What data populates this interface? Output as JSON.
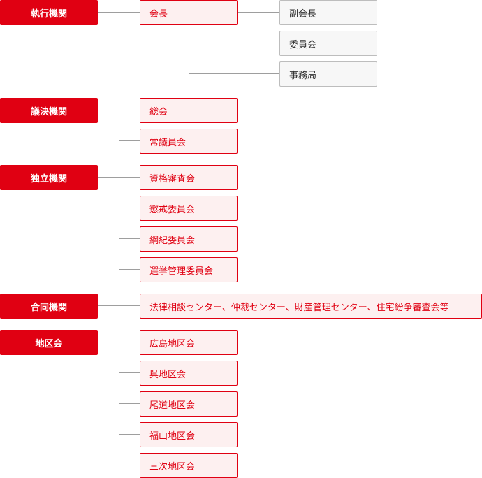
{
  "colors": {
    "accent": "#e00012",
    "node_bg": "#fdf0f0",
    "sub_bg": "#f7f7f7",
    "line": "#9e9e9e"
  },
  "groups": [
    {
      "label": "執行機関",
      "items": [
        {
          "label": "会長",
          "children": [
            "副会長",
            "委員会",
            "事務局"
          ]
        }
      ]
    },
    {
      "label": "議決機関",
      "items": [
        {
          "label": "総会"
        },
        {
          "label": "常議員会"
        }
      ]
    },
    {
      "label": "独立機関",
      "items": [
        {
          "label": "資格審査会"
        },
        {
          "label": "懲戒委員会"
        },
        {
          "label": "綱紀委員会"
        },
        {
          "label": "選挙管理委員会"
        }
      ]
    },
    {
      "label": "合同機関",
      "items": [
        {
          "label": "法律相談センター、仲裁センター、財産管理センター、住宅紛争審査会等"
        }
      ]
    },
    {
      "label": "地区会",
      "items": [
        {
          "label": "広島地区会"
        },
        {
          "label": "呉地区会"
        },
        {
          "label": "尾道地区会"
        },
        {
          "label": "福山地区会"
        },
        {
          "label": "三次地区会"
        }
      ]
    }
  ]
}
